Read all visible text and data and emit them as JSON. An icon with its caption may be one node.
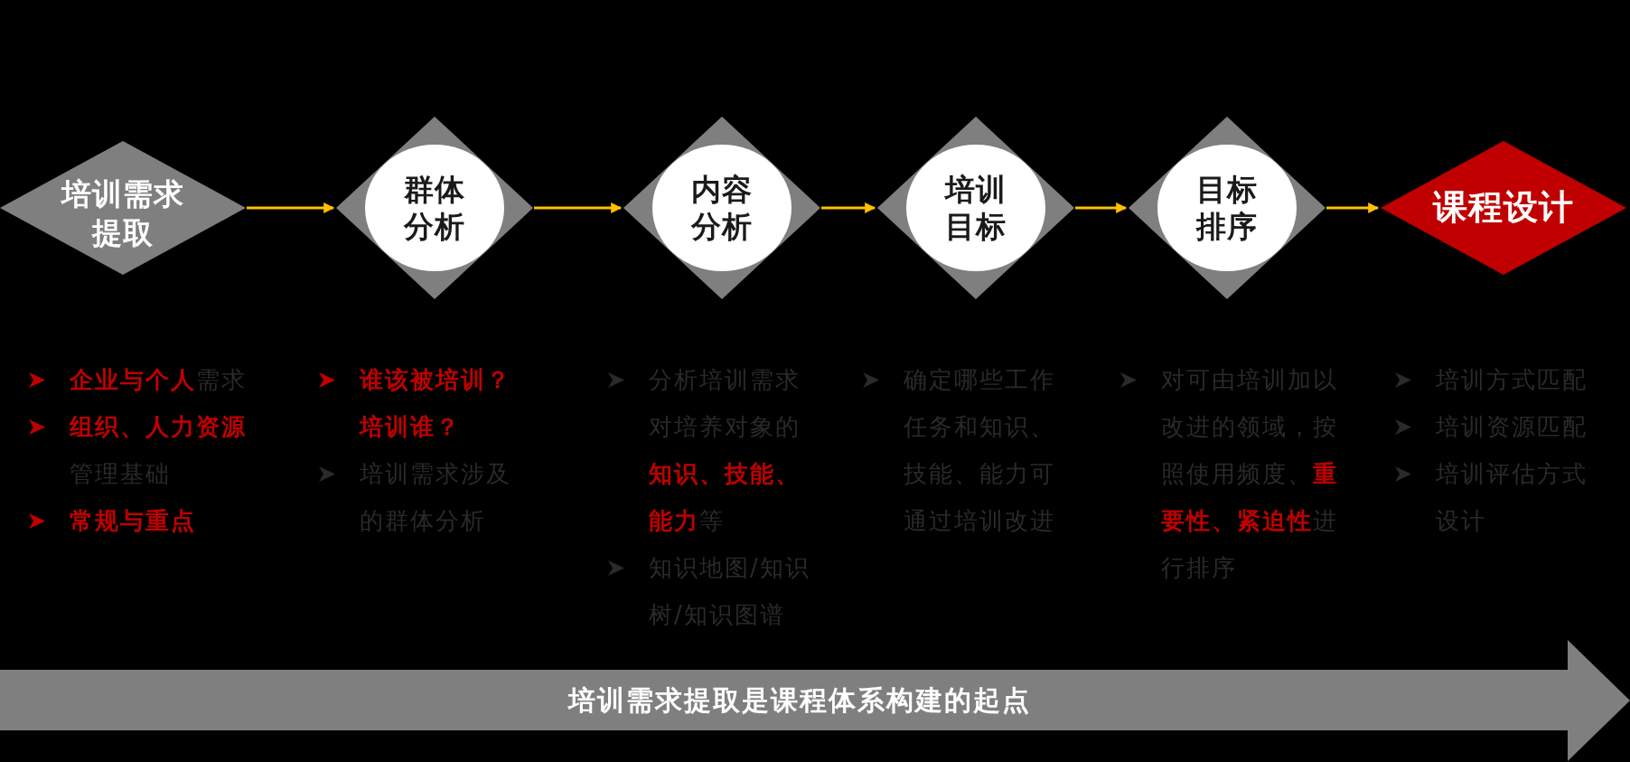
{
  "diagram": {
    "nodes": [
      {
        "text": [
          "培训需求提取"
        ]
      },
      {
        "text": [],
        "shape": "diamond"
      },
      {
        "text": [
          "群体分析"
        ],
        "in": 1
      },
      {
        "text": [],
        "shape": "diamond"
      },
      {
        "text": [
          "内容分析"
        ],
        "in": 3
      },
      {
        "text": [],
        "shape": "diamond"
      },
      {
        "text": [
          "培训目标"
        ],
        "in": 5
      },
      {
        "text": [],
        "shape": "diamond"
      },
      {
        "text": [
          "目标排序"
        ],
        "in": 7
      },
      {
        "text": [
          "课程设计"
        ]
      },
      {
        "text": [
          "培训需求提取是课程体系构建的起点"
        ]
      }
    ],
    "edges": [
      {
        "from": 0,
        "to": 1,
        "arrow": "to"
      },
      {
        "from": 1,
        "to": 3,
        "arrow": "to"
      },
      {
        "from": 3,
        "to": 5,
        "arrow": "to"
      },
      {
        "from": 5,
        "to": 7,
        "arrow": "to"
      },
      {
        "from": 7,
        "to": 9,
        "arrow": "to"
      }
    ],
    "labels": [
      "**企业与个人**需求",
      "**组织、人力资源**管理基础",
      "**常规与重点**",
      "**谁该被培训？培训谁？**",
      "培训需求涉及的群体分析",
      "分析培训需求对培养对象的**知识、技能、能力**等",
      "知识地图/知识树/知识图谱",
      "确定哪些工作任务和知识、技能、能力可通过培训改进",
      "对可由培训加以改进的领域，按照使用频度、**重要性、紧迫性**进行排序",
      "培训方式匹配",
      "培训资源匹配",
      "培训评估方式设计"
    ]
  }
}
